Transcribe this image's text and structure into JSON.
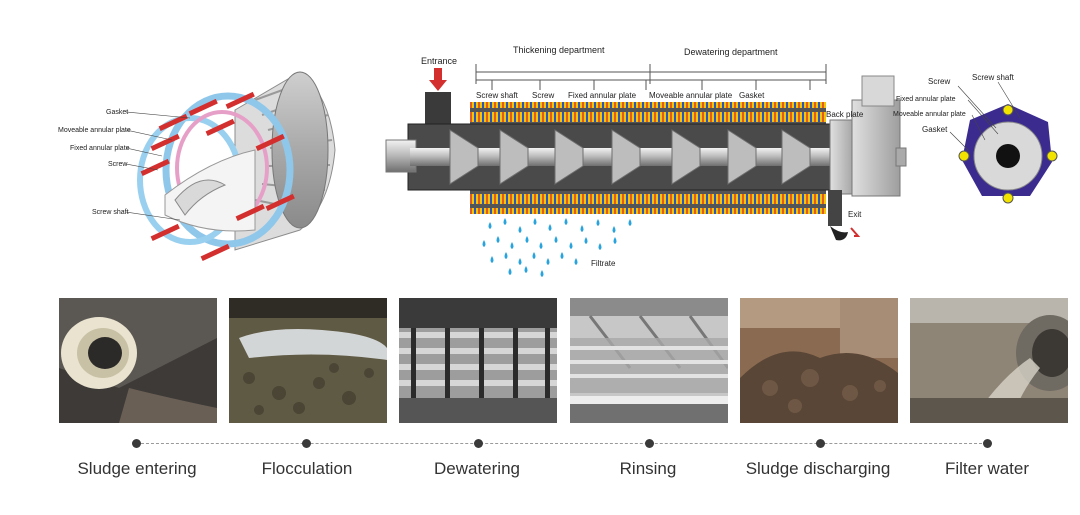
{
  "exploded_view": {
    "labels": {
      "gasket": "Gasket",
      "moveable_plate": "Moveable annular plate",
      "fixed_plate": "Fixed annular plate",
      "screw": "Screw",
      "screw_shaft": "Screw shaft"
    }
  },
  "main_diagram": {
    "entrance": "Entrance",
    "thickening": "Thickening department",
    "dewatering": "Dewatering department",
    "screw_shaft": "Screw shaft",
    "screw": "Screw",
    "fixed_plate": "Fixed annular plate",
    "moveable_plate": "Moveable annular plate",
    "gasket": "Gasket",
    "back_plate": "Back plate",
    "exit": "Exit",
    "filtrate": "Filtrate"
  },
  "cross_section": {
    "screw": "Screw",
    "screw_shaft": "Screw shaft",
    "fixed_plate": "Fixed annular plate",
    "moveable_plate": "Moveable annular plate",
    "gasket": "Gasket"
  },
  "process_steps": [
    {
      "label": "Sludge entering"
    },
    {
      "label": "Flocculation"
    },
    {
      "label": "Dewatering"
    },
    {
      "label": "Rinsing"
    },
    {
      "label": "Sludge discharging"
    },
    {
      "label": "Filter water"
    }
  ],
  "colors": {
    "accent_red": "#d32f2f",
    "water_blue": "#29a3dc",
    "plate_yellow": "#f2c600",
    "plate_blue": "#2a55c8",
    "ring_purple": "#3b2b8f",
    "timeline_dot": "#3a3a3a"
  }
}
